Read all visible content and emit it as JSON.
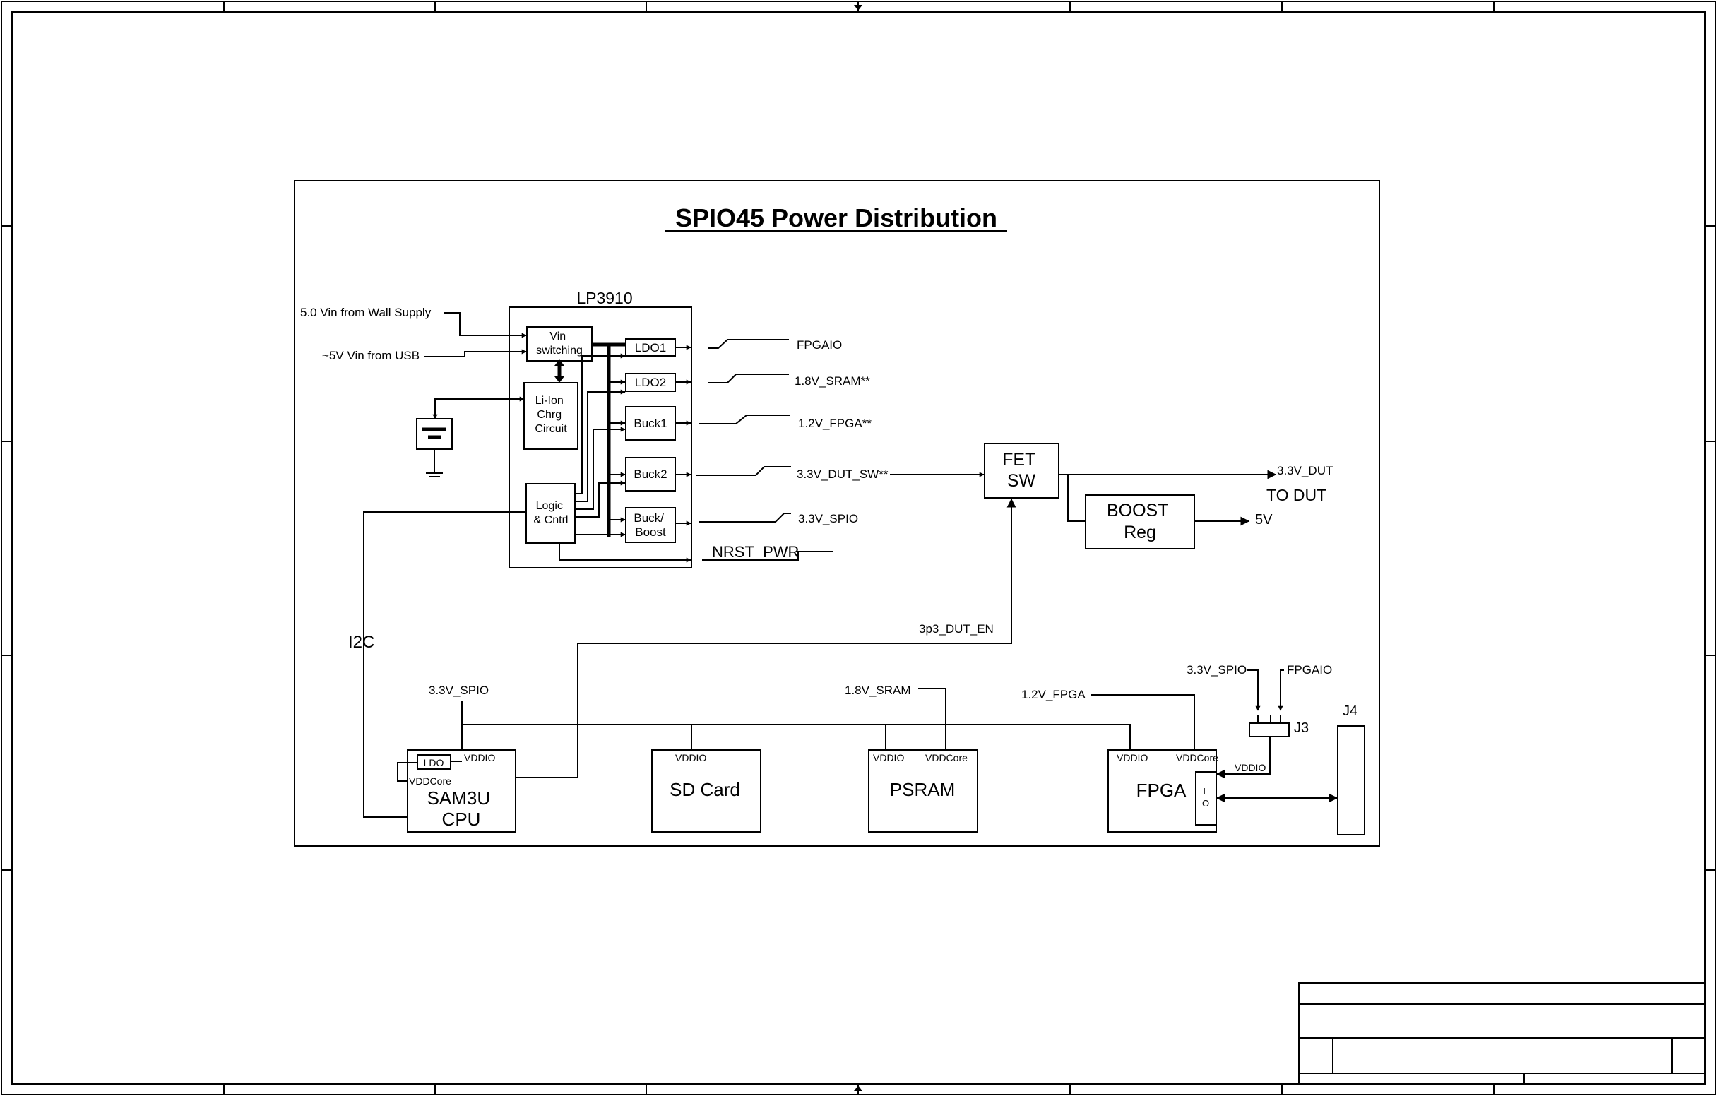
{
  "title": "SPIO45 Power Distribution",
  "lp3910": {
    "label": "LP3910",
    "vin_switching": [
      "Vin",
      "switching"
    ],
    "charger": [
      "Li-Ion",
      "Chrg",
      "Circuit"
    ],
    "logic": [
      "Logic",
      "& Cntrl"
    ],
    "ldo1": "LDO1",
    "ldo2": "LDO2",
    "buck1": "Buck1",
    "buck2": "Buck2",
    "buck_boost": [
      "Buck/",
      "Boost"
    ]
  },
  "inputs": {
    "wall": "5.0 Vin from Wall Supply",
    "usb": "~5V Vin from USB"
  },
  "rails": {
    "fpgaio": "FPGAIO",
    "sram": "1.8V_SRAM**",
    "fpga": "1.2V_FPGA**",
    "dut_sw": "3.3V_DUT_SW**",
    "spio": "3.3V_SPIO",
    "nrst": "NRST_PWR"
  },
  "fet_sw": [
    "FET",
    "SW"
  ],
  "boost_reg": [
    "BOOST",
    "Reg"
  ],
  "out_dut": "3.3V_DUT",
  "to_dut": "TO DUT",
  "out_5v": "5V",
  "en_signal": "3p3_DUT_EN",
  "i2c": "I2C",
  "bottom_labels": {
    "spio_in": "3.3V_SPIO",
    "sram_in": "1.8V_SRAM",
    "fpga_in": "1.2V_FPGA",
    "j3_spio": "3.3V_SPIO",
    "j3_fpgaio": "FPGAIO"
  },
  "cpu": {
    "ldo": "LDO",
    "vddio": "VDDIO",
    "vddcore": "VDDCore",
    "name": [
      "SAM3U",
      "CPU"
    ]
  },
  "sdcard": {
    "vddio": "VDDIO",
    "name": "SD Card"
  },
  "psram": {
    "vddio": "VDDIO",
    "vddcore": "VDDCore",
    "name": "PSRAM"
  },
  "fpga": {
    "vddio": "VDDIO",
    "vddcore": "VDDCore",
    "name": "FPGA",
    "io": [
      "I",
      "O"
    ]
  },
  "j3": {
    "label": "J3",
    "vddio": "VDDIO"
  },
  "j4": {
    "label": "J4"
  }
}
